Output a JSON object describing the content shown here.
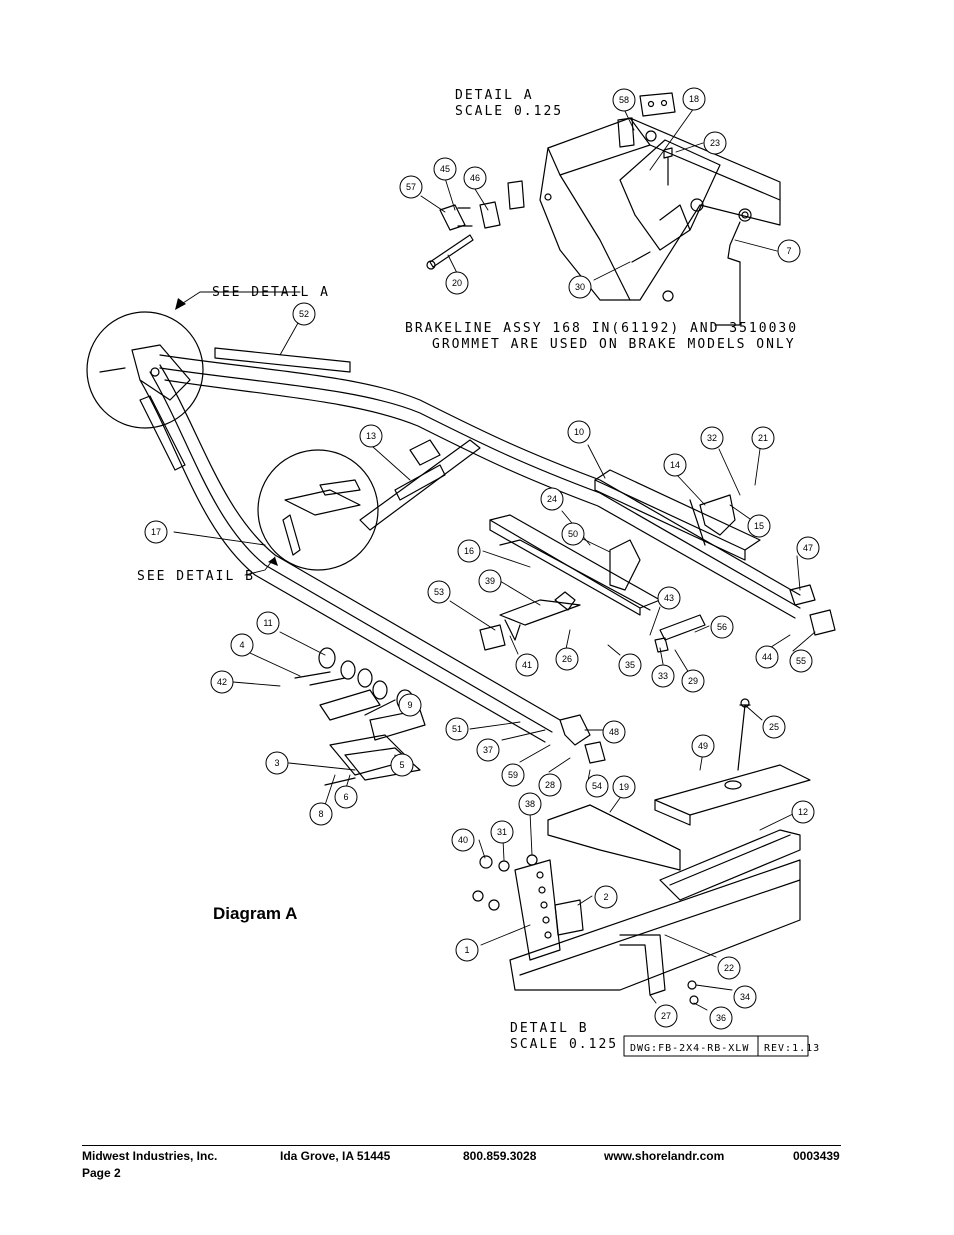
{
  "detail_a": {
    "title_line1": "DETAIL  A",
    "title_line2": "SCALE  0.125",
    "note_line1": "BRAKELINE ASSY 168 IN(61192) AND 3510030",
    "note_line2": "GROMMET ARE USED ON BRAKE MODELS ONLY"
  },
  "detail_b": {
    "title_line1": "DETAIL  B",
    "title_line2": "SCALE  0.125"
  },
  "leaders": {
    "see_detail_a": "SEE DETAIL  A",
    "see_detail_b": "SEE DETAIL  B"
  },
  "title_block": {
    "dwg": "DWG:FB-2X4-RB-XLW",
    "rev": "REV:1.13"
  },
  "diagram_title": "Diagram A",
  "callouts": [
    "58",
    "18",
    "23",
    "45",
    "46",
    "57",
    "7",
    "20",
    "30",
    "52",
    "13",
    "10",
    "32",
    "21",
    "14",
    "15",
    "24",
    "50",
    "17",
    "16",
    "47",
    "39",
    "53",
    "43",
    "56",
    "26",
    "35",
    "44",
    "55",
    "41",
    "33",
    "29",
    "11",
    "4",
    "42",
    "9",
    "25",
    "51",
    "48",
    "49",
    "37",
    "3",
    "59",
    "28",
    "54",
    "19",
    "12",
    "5",
    "38",
    "8",
    "6",
    "40",
    "31",
    "2",
    "1",
    "22",
    "34",
    "27",
    "36"
  ],
  "footer": {
    "company": "Midwest Industries, Inc.",
    "location": "Ida Grove, IA  51445",
    "phone": "800.859.3028",
    "website": "www.shorelandr.com",
    "doc_number": "0003439",
    "page": "Page 2"
  }
}
